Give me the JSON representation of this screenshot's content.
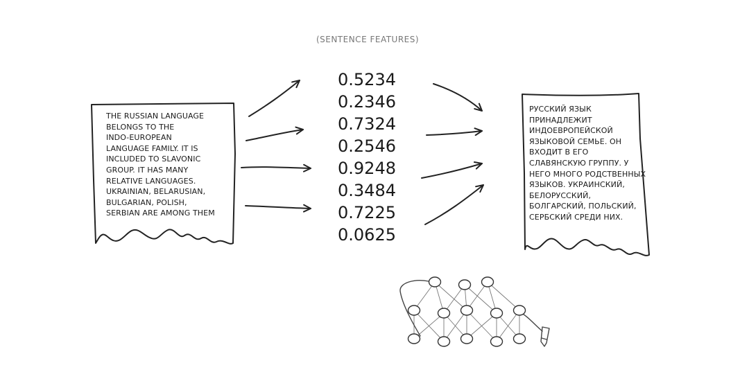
{
  "caption": "(SENTENCE FEATURES)",
  "source_document": {
    "text": "THE RUSSIAN LANGUAGE\nBELONGS TO THE\nINDO-EUROPEAN\nLANGUAGE FAMILY. IT IS\nINCLUDED TO SLAVONIC\nGROUP. IT HAS MANY\nRELATIVE LANGUAGES.\nUKRAINIAN, BELARUSIAN,\nBULGARIAN, POLISH,\nSERBIAN ARE AMONG THEM"
  },
  "feature_vector": [
    "0.5234",
    "0.2346",
    "0.7324",
    "0.2546",
    "0.9248",
    "0.3484",
    "0.7225",
    "0.0625"
  ],
  "target_document": {
    "text": "РУССКИЙ ЯЗЫК\nПРИНАДЛЕЖИТ\nИНДОЕВРОПЕЙСКОЙ\nЯЗЫКОВОЙ СЕМЬЕ. ОН\nВХОДИТ В ЕГО\nСЛАВЯНСКУЮ ГРУППУ. У\nНЕГО МНОГО РОДСТВЕННЫХ\nЯЗЫКОВ. УКРАИНСКИЙ,\nБЕЛОРУССКИЙ,\nБОЛГАРСКИЙ, ПОЛЬСКИЙ,\nСЕРБСКИЙ СРЕДИ НИХ."
  },
  "neural_network": {
    "layers": [
      3,
      5,
      5
    ]
  }
}
